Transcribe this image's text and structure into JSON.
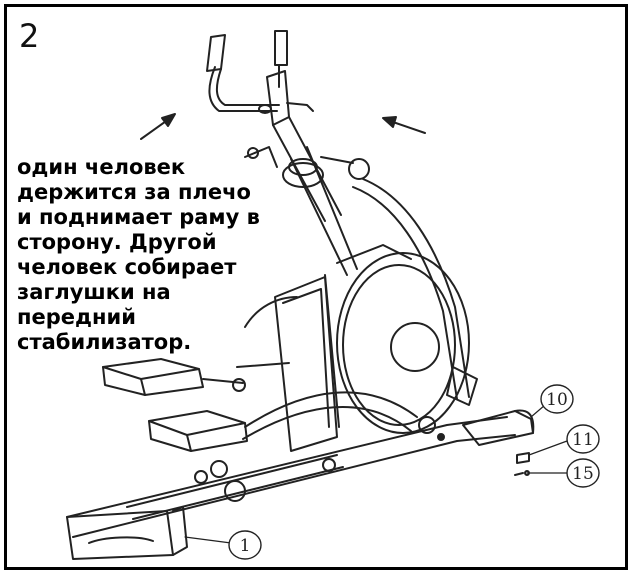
{
  "step_number": "2",
  "instruction_lines": [
    "один человек",
    "держится за плечо",
    "и поднимает раму в",
    "сторону. Другой",
    "человек собирает",
    "заглушки на",
    "передний",
    "стабилизатор."
  ],
  "callouts": [
    "10",
    "11",
    "15",
    "1"
  ],
  "colors": {
    "line": "#222222",
    "border": "#000000",
    "background": "#ffffff"
  }
}
